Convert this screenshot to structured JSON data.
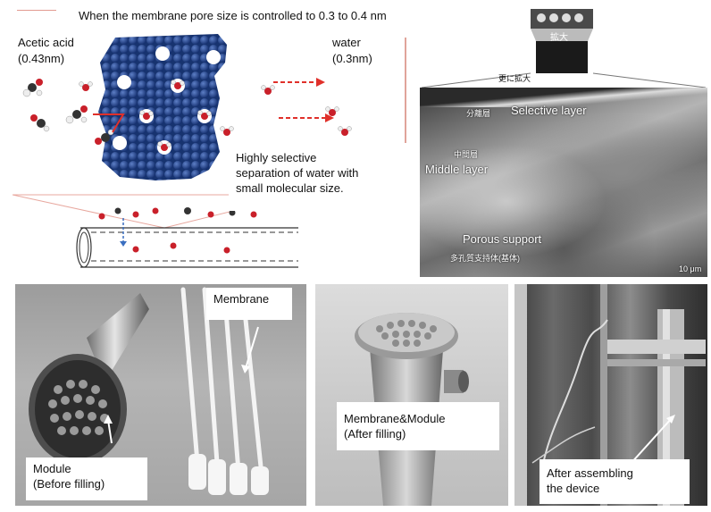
{
  "header": {
    "title": "When the membrane pore size is controlled to 0.3 to 0.4 nm"
  },
  "molecules": {
    "acetic_acid_name": "Acetic acid",
    "acetic_acid_size": "(0.43nm)",
    "water_name": "water",
    "water_size": "(0.3nm)"
  },
  "callout": {
    "line1": "Highly selective",
    "line2": "separation of water with",
    "line3": "small molecular size."
  },
  "sem": {
    "zoom1": "拡大",
    "zoom2": "更に拡大",
    "selective_jp": "分離層",
    "selective_en": "Selective layer",
    "middle_jp": "中間層",
    "middle_en": "Middle layer",
    "porous_en": "Porous support",
    "porous_jp": "多孔質支持体(基体)",
    "scale": "10 μm"
  },
  "photos": {
    "membrane_label": "Membrane",
    "module_line1": "Module",
    "module_line2": "(Before filling)",
    "filled_line1": "Membrane&Module",
    "filled_line2": "(After  filling)",
    "device_line1": "After assembling",
    "device_line2": "the device"
  },
  "colors": {
    "framework": "#1f3f86",
    "pore_ring": "#ffffff",
    "arrow_red": "#e0302a",
    "arrow_blue": "#3a6fc0"
  }
}
